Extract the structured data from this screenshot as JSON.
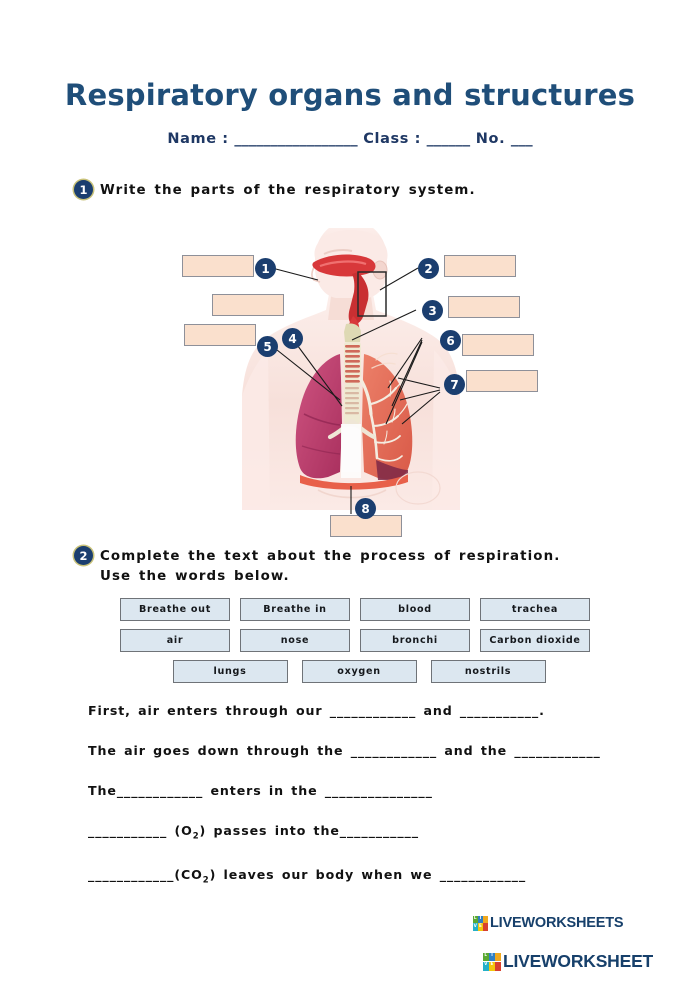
{
  "header": {
    "title": "Respiratory organs and structures",
    "name_label": "Name :",
    "name_blank": "_________________",
    "class_label": "Class :",
    "class_blank": "______",
    "no_label": "No.",
    "no_blank": "___"
  },
  "exercises": [
    {
      "number": "1",
      "instruction": "Write the parts of the respiratory system."
    },
    {
      "number": "2",
      "instruction": "Complete the text about the process of respiration.\nUse the words below."
    }
  ],
  "diagram": {
    "markers": [
      "1",
      "2",
      "3",
      "4",
      "5",
      "6",
      "7",
      "8"
    ],
    "answer_box_count": 8,
    "colors": {
      "marker_fill": "#1b3e6f",
      "marker_text": "#ffffff",
      "answer_box_fill": "#fae0cd",
      "answer_box_border": "#8e9099",
      "airway_red": "#d8383a",
      "left_lung": "#c0406f",
      "right_lung": "#e2705c",
      "skin": "#f7e2de"
    }
  },
  "word_bank": {
    "rows": [
      [
        "Breathe out",
        "Breathe in",
        "blood",
        "trachea"
      ],
      [
        "air",
        "nose",
        "bronchi",
        "Carbon dioxide"
      ],
      [
        "lungs",
        "oxygen",
        "nostrils"
      ]
    ],
    "colors": {
      "fill": "#dce7f0",
      "border": "#6f7378"
    }
  },
  "sentences": [
    {
      "id": "s1",
      "parts": [
        "First, air enters through our ",
        "____________",
        " and ",
        "___________",
        "."
      ]
    },
    {
      "id": "s2",
      "parts": [
        "The air goes down through the ",
        "____________",
        " and the ",
        "____________"
      ]
    },
    {
      "id": "s3",
      "parts": [
        "The",
        "____________",
        " enters in the ",
        "_______________"
      ]
    },
    {
      "id": "s4",
      "parts": [
        "___________",
        " (O",
        "2",
        ") passes into the",
        "___________"
      ]
    },
    {
      "id": "s5",
      "parts": [
        "____________",
        "(CO",
        "2",
        ") leaves our body when we ",
        "____________"
      ]
    }
  ],
  "footer": {
    "logo_text": "LIVEWORKSHEETS",
    "logo_text_bottom": "LIVEWORKSHEET",
    "tile_letters": [
      "L",
      "I",
      "",
      "V",
      "E",
      ""
    ],
    "tile_colors": [
      "#5aa832",
      "#2f7fc4",
      "#f0a81e",
      "#24b0c9",
      "#f2c70d",
      "#d8402f"
    ],
    "brand_color": "#17406b"
  }
}
